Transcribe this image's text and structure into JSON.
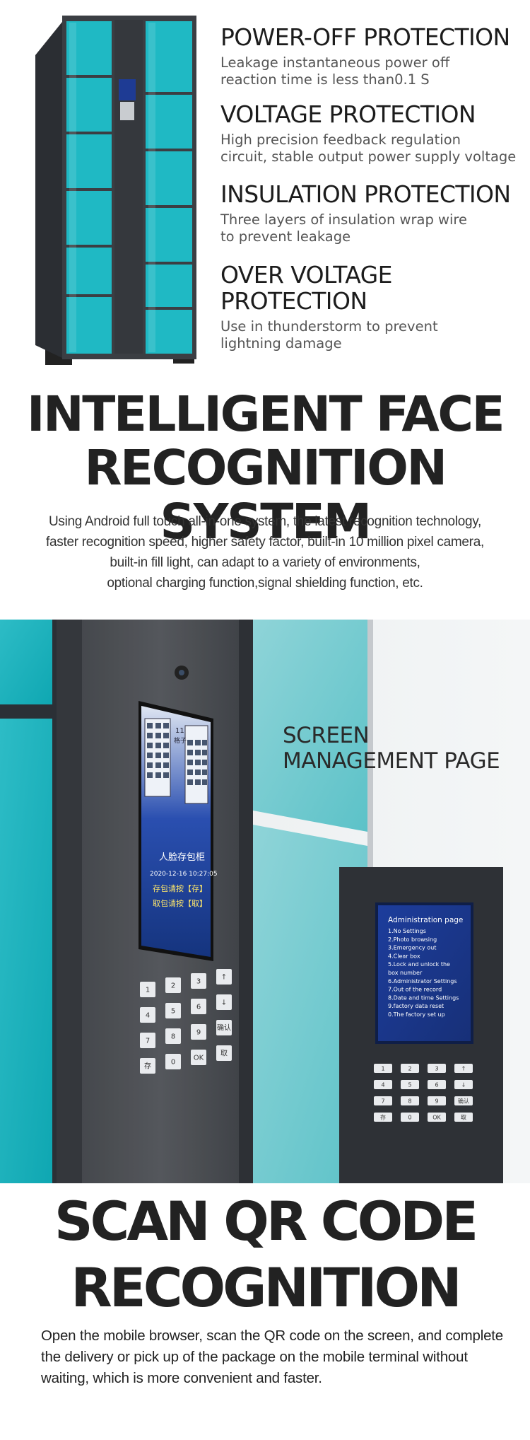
{
  "features": [
    {
      "title": "POWER-OFF PROTECTION",
      "desc": "Leakage instantaneous power off\nreaction time is less than0.1 S"
    },
    {
      "title": "VOLTAGE PROTECTION",
      "desc": "High precision feedback regulation\ncircuit, stable output power supply voltage"
    },
    {
      "title": "INSULATION PROTECTION",
      "desc": "Three layers of insulation wrap wire\nto prevent leakage"
    },
    {
      "title": "OVER VOLTAGE\nPROTECTION",
      "desc": "Use in thunderstorm to prevent\nlightning damage"
    }
  ],
  "face_section": {
    "title": "INTELLIGENT FACE\nRECOGNITION SYSTEM",
    "description": "Using Android full touch all-in-one system, the latest recognition technology,\nfaster recognition speed, higher safety factor, built-in 10 million pixel camera,\nbuilt-in fill light, can adapt to a variety of environments,\noptional charging function,signal shielding function, etc."
  },
  "screen_section": {
    "label": "SCREEN\nMANAGEMENT PAGE",
    "kiosk_screen": {
      "number": "11",
      "number_label": "格子",
      "title": "人脸存包柜",
      "datetime": "2020-12-16   10:27:05",
      "store_label": "存包请按【存】",
      "take_label": "取包请按【取】"
    },
    "keypad_left": [
      "1",
      "2",
      "3",
      "↑",
      "4",
      "5",
      "6",
      "↓",
      "7",
      "8",
      "9",
      "确认/返回",
      "存",
      "0",
      "OK",
      "取"
    ],
    "admin_screen": {
      "title": "Administration page",
      "items": [
        "1.No Settings",
        "2.Photo browsing",
        "3.Emergency out",
        "4.Clear box",
        "5.Lock and unlock the",
        "   box number",
        "6.Administrator Settings",
        "7.Out of the record",
        "8.Date and time Settings",
        "9.factory data reset",
        "0.The factory set up"
      ]
    },
    "keypad_right": [
      "1",
      "2",
      "3",
      "↑",
      "4",
      "5",
      "6",
      "↓",
      "7",
      "8",
      "9",
      "确认/返回",
      "存",
      "0",
      "OK",
      "取"
    ]
  },
  "qr_section": {
    "title": "SCAN QR CODE\nRECOGNITION",
    "description": "Open the mobile browser, scan the QR code on the screen, and complete\nthe delivery or pick up of the package on the mobile terminal without\nwaiting, which is more convenient and faster."
  },
  "colors": {
    "cabinet_teal": "#1fb9c4",
    "cabinet_frame": "#3a3d42",
    "screen_blue": "#1f3f9a",
    "background": "#ffffff"
  }
}
